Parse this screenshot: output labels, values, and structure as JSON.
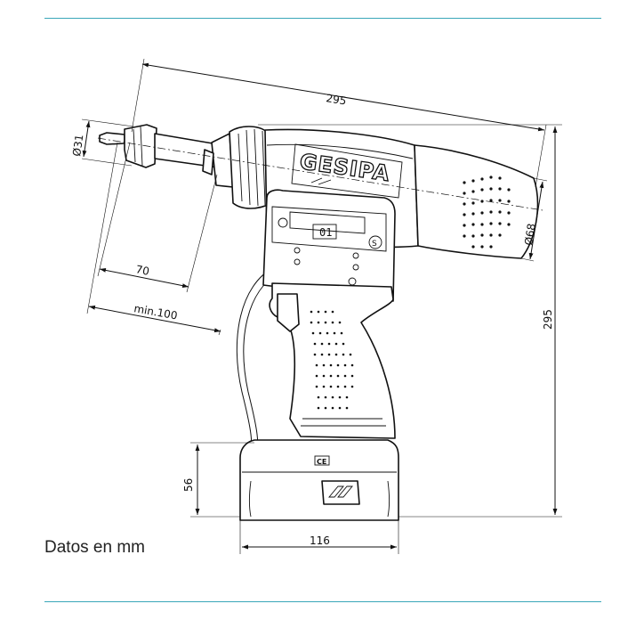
{
  "dimensions": {
    "length": "295",
    "height": "295",
    "nose_diameter": "Ø31",
    "body_diameter": "Ø68",
    "depth_70": "70",
    "min_clearance": "min.100",
    "battery_height": "56",
    "battery_width": "116"
  },
  "brand": "GESIPA",
  "battery_mark": "CE",
  "display_label": "01",
  "button_label": "S",
  "caption": "Datos en mm",
  "colors": {
    "rule": "#3aa7b9",
    "line": "#111111"
  }
}
